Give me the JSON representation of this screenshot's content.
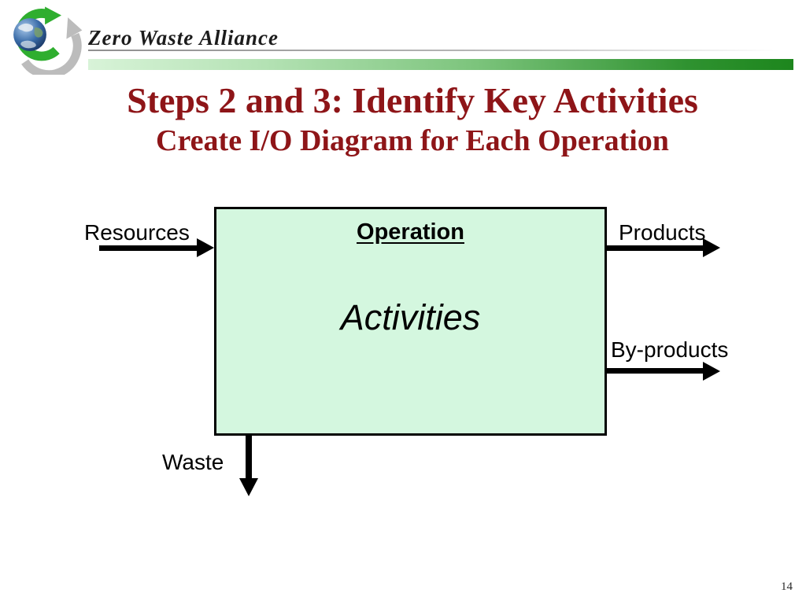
{
  "logo": {
    "org_name": "Zero Waste Alliance",
    "icon": "earth-globe-with-green-recycling-arrow"
  },
  "title": {
    "line1": "Steps 2 and 3: Identify Key Activities",
    "line2": "Create I/O Diagram for Each Operation"
  },
  "diagram": {
    "box": {
      "heading": "Operation",
      "body": "Activities"
    },
    "flows": {
      "input_left": "Resources",
      "output_right_top": "Products",
      "output_right_bottom": "By-products",
      "output_bottom": "Waste"
    }
  },
  "footer": {
    "page_number": "14"
  },
  "colors": {
    "title_text": "#8E1518",
    "box_fill": "#D4F7DF",
    "box_border": "#000000",
    "header_bar_start": "#D8F3D8",
    "header_bar_end": "#1D861D",
    "arrow": "#000000"
  }
}
